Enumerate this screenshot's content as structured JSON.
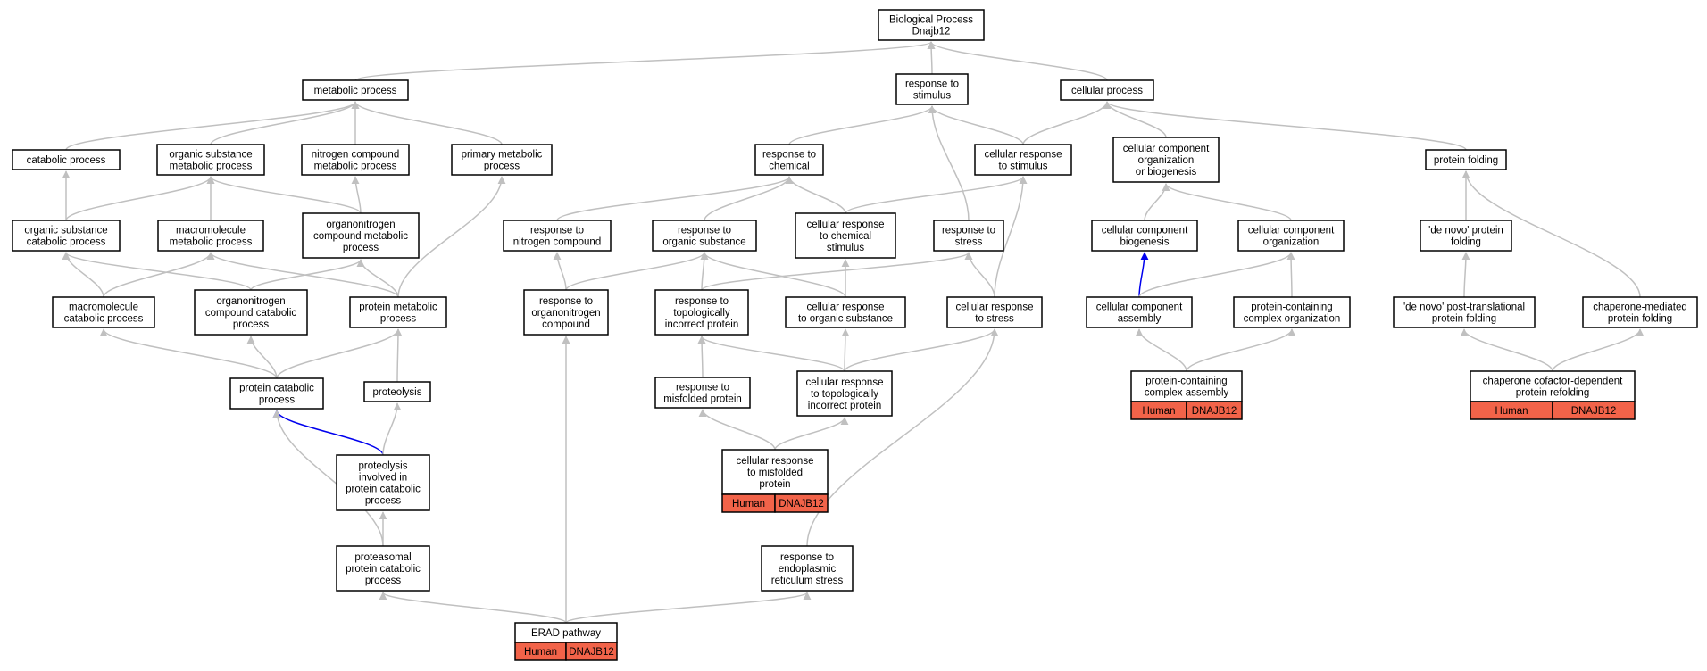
{
  "colors": {
    "edge": "#c0c0c0",
    "edge_highlight": "#0000ee",
    "annotation_fill": "#f26349",
    "node_border": "#000000",
    "node_fill": "#ffffff"
  },
  "graph": {
    "nodes": [
      {
        "id": "bp",
        "lines": [
          "Biological Process",
          "Dnajb12"
        ]
      },
      {
        "id": "metabolic",
        "lines": [
          "metabolic process"
        ]
      },
      {
        "id": "response_stimulus",
        "lines": [
          "response to",
          "stimulus"
        ]
      },
      {
        "id": "cellular_process",
        "lines": [
          "cellular process"
        ]
      },
      {
        "id": "catabolic",
        "lines": [
          "catabolic process"
        ]
      },
      {
        "id": "org_sub_met",
        "lines": [
          "organic substance",
          "metabolic process"
        ]
      },
      {
        "id": "nitrogen_met",
        "lines": [
          "nitrogen compound",
          "metabolic process"
        ]
      },
      {
        "id": "primary_met",
        "lines": [
          "primary metabolic",
          "process"
        ]
      },
      {
        "id": "response_chemical",
        "lines": [
          "response to",
          "chemical"
        ]
      },
      {
        "id": "cell_resp_stimulus",
        "lines": [
          "cellular response",
          "to stimulus"
        ]
      },
      {
        "id": "ccob",
        "lines": [
          "cellular component",
          "organization",
          "or biogenesis"
        ]
      },
      {
        "id": "protein_folding",
        "lines": [
          "protein folding"
        ]
      },
      {
        "id": "org_sub_cat",
        "lines": [
          "organic substance",
          "catabolic process"
        ]
      },
      {
        "id": "macro_met",
        "lines": [
          "macromolecule",
          "metabolic process"
        ]
      },
      {
        "id": "orgN_met",
        "lines": [
          "organonitrogen",
          "compound metabolic",
          "process"
        ]
      },
      {
        "id": "resp_nitrogen",
        "lines": [
          "response to",
          "nitrogen compound"
        ]
      },
      {
        "id": "resp_org_sub",
        "lines": [
          "response to",
          "organic substance"
        ]
      },
      {
        "id": "cell_resp_chem",
        "lines": [
          "cellular response",
          "to chemical",
          "stimulus"
        ]
      },
      {
        "id": "resp_stress",
        "lines": [
          "response to",
          "stress"
        ]
      },
      {
        "id": "cc_biogenesis",
        "lines": [
          "cellular component",
          "biogenesis"
        ]
      },
      {
        "id": "cc_organization",
        "lines": [
          "cellular component",
          "organization"
        ]
      },
      {
        "id": "denovo_folding",
        "lines": [
          "'de novo' protein",
          "folding"
        ]
      },
      {
        "id": "macro_cat",
        "lines": [
          "macromolecule",
          "catabolic process"
        ]
      },
      {
        "id": "orgN_cat",
        "lines": [
          "organonitrogen",
          "compound catabolic",
          "process"
        ]
      },
      {
        "id": "protein_met",
        "lines": [
          "protein metabolic",
          "process"
        ]
      },
      {
        "id": "resp_orgN",
        "lines": [
          "response to",
          "organonitrogen",
          "compound"
        ]
      },
      {
        "id": "resp_topo",
        "lines": [
          "response to",
          "topologically",
          "incorrect protein"
        ]
      },
      {
        "id": "cell_resp_org_sub",
        "lines": [
          "cellular response",
          "to organic substance"
        ]
      },
      {
        "id": "cell_resp_stress",
        "lines": [
          "cellular response",
          "to stress"
        ]
      },
      {
        "id": "cc_assembly",
        "lines": [
          "cellular component",
          "assembly"
        ]
      },
      {
        "id": "pc_complex_org",
        "lines": [
          "protein-containing",
          "complex organization"
        ]
      },
      {
        "id": "denovo_posttrans",
        "lines": [
          "'de novo' post-translational",
          "protein folding"
        ]
      },
      {
        "id": "chaperone_mediated",
        "lines": [
          "chaperone-mediated",
          "protein folding"
        ]
      },
      {
        "id": "protein_cat",
        "lines": [
          "protein catabolic",
          "process"
        ]
      },
      {
        "id": "proteolysis",
        "lines": [
          "proteolysis"
        ]
      },
      {
        "id": "resp_misfolded",
        "lines": [
          "response to",
          "misfolded protein"
        ]
      },
      {
        "id": "cell_resp_topo",
        "lines": [
          "cellular response",
          "to topologically",
          "incorrect protein"
        ]
      },
      {
        "id": "pc_complex_assembly",
        "lines": [
          "protein-containing",
          "complex assembly"
        ],
        "annot": [
          "Human",
          "DNAJB12"
        ]
      },
      {
        "id": "chap_cofactor",
        "lines": [
          "chaperone cofactor-dependent",
          "protein refolding"
        ],
        "annot": [
          "Human",
          "DNAJB12"
        ]
      },
      {
        "id": "proteolysis_involved",
        "lines": [
          "proteolysis",
          "involved in",
          "protein catabolic",
          "process"
        ]
      },
      {
        "id": "cell_resp_misfolded",
        "lines": [
          "cellular response",
          "to misfolded",
          "protein"
        ],
        "annot": [
          "Human",
          "DNAJB12"
        ]
      },
      {
        "id": "proteasomal",
        "lines": [
          "proteasomal",
          "protein catabolic",
          "process"
        ]
      },
      {
        "id": "resp_er_stress",
        "lines": [
          "response to",
          "endoplasmic",
          "reticulum stress"
        ]
      },
      {
        "id": "erad",
        "lines": [
          "ERAD pathway"
        ],
        "annot": [
          "Human",
          "DNAJB12"
        ]
      }
    ],
    "edges": [
      {
        "from": "metabolic",
        "to": "bp"
      },
      {
        "from": "response_stimulus",
        "to": "bp"
      },
      {
        "from": "cellular_process",
        "to": "bp"
      },
      {
        "from": "catabolic",
        "to": "metabolic"
      },
      {
        "from": "org_sub_met",
        "to": "metabolic"
      },
      {
        "from": "nitrogen_met",
        "to": "metabolic"
      },
      {
        "from": "primary_met",
        "to": "metabolic"
      },
      {
        "from": "response_chemical",
        "to": "response_stimulus"
      },
      {
        "from": "cell_resp_stimulus",
        "to": "response_stimulus"
      },
      {
        "from": "resp_stress",
        "to": "response_stimulus"
      },
      {
        "from": "cell_resp_stimulus",
        "to": "cellular_process"
      },
      {
        "from": "ccob",
        "to": "cellular_process"
      },
      {
        "from": "protein_folding",
        "to": "cellular_process"
      },
      {
        "from": "org_sub_cat",
        "to": "catabolic"
      },
      {
        "from": "org_sub_cat",
        "to": "org_sub_met"
      },
      {
        "from": "macro_met",
        "to": "org_sub_met"
      },
      {
        "from": "orgN_met",
        "to": "org_sub_met"
      },
      {
        "from": "orgN_met",
        "to": "nitrogen_met"
      },
      {
        "from": "protein_met",
        "to": "primary_met"
      },
      {
        "from": "resp_nitrogen",
        "to": "response_chemical"
      },
      {
        "from": "resp_org_sub",
        "to": "response_chemical"
      },
      {
        "from": "cell_resp_chem",
        "to": "response_chemical"
      },
      {
        "from": "cell_resp_chem",
        "to": "cell_resp_stimulus"
      },
      {
        "from": "cell_resp_stress",
        "to": "cell_resp_stimulus"
      },
      {
        "from": "cc_biogenesis",
        "to": "ccob"
      },
      {
        "from": "cc_organization",
        "to": "ccob"
      },
      {
        "from": "denovo_folding",
        "to": "protein_folding"
      },
      {
        "from": "chaperone_mediated",
        "to": "protein_folding"
      },
      {
        "from": "macro_cat",
        "to": "org_sub_cat"
      },
      {
        "from": "orgN_cat",
        "to": "org_sub_cat"
      },
      {
        "from": "macro_cat",
        "to": "macro_met"
      },
      {
        "from": "protein_met",
        "to": "macro_met"
      },
      {
        "from": "orgN_cat",
        "to": "orgN_met"
      },
      {
        "from": "protein_met",
        "to": "orgN_met"
      },
      {
        "from": "resp_orgN",
        "to": "resp_nitrogen"
      },
      {
        "from": "resp_orgN",
        "to": "resp_org_sub"
      },
      {
        "from": "resp_topo",
        "to": "resp_org_sub"
      },
      {
        "from": "cell_resp_org_sub",
        "to": "resp_org_sub"
      },
      {
        "from": "cell_resp_org_sub",
        "to": "cell_resp_chem"
      },
      {
        "from": "resp_topo",
        "to": "resp_stress"
      },
      {
        "from": "cell_resp_stress",
        "to": "resp_stress"
      },
      {
        "from": "cc_assembly",
        "to": "cc_biogenesis",
        "highlight": true
      },
      {
        "from": "cc_assembly",
        "to": "cc_organization"
      },
      {
        "from": "pc_complex_org",
        "to": "cc_organization"
      },
      {
        "from": "denovo_posttrans",
        "to": "denovo_folding"
      },
      {
        "from": "protein_cat",
        "to": "macro_cat"
      },
      {
        "from": "protein_cat",
        "to": "orgN_cat"
      },
      {
        "from": "protein_cat",
        "to": "protein_met"
      },
      {
        "from": "proteolysis",
        "to": "protein_met"
      },
      {
        "from": "cell_resp_topo",
        "to": "resp_topo"
      },
      {
        "from": "resp_misfolded",
        "to": "resp_topo"
      },
      {
        "from": "cell_resp_topo",
        "to": "cell_resp_org_sub"
      },
      {
        "from": "cell_resp_topo",
        "to": "cell_resp_stress"
      },
      {
        "from": "resp_er_stress",
        "to": "cell_resp_stress"
      },
      {
        "from": "pc_complex_assembly",
        "to": "cc_assembly"
      },
      {
        "from": "pc_complex_assembly",
        "to": "pc_complex_org"
      },
      {
        "from": "chap_cofactor",
        "to": "denovo_posttrans"
      },
      {
        "from": "chap_cofactor",
        "to": "chaperone_mediated"
      },
      {
        "from": "proteolysis_involved",
        "to": "protein_cat",
        "highlight": true
      },
      {
        "from": "proteolysis_involved",
        "to": "proteolysis"
      },
      {
        "from": "cell_resp_misfolded",
        "to": "resp_misfolded"
      },
      {
        "from": "cell_resp_misfolded",
        "to": "cell_resp_topo"
      },
      {
        "from": "proteasomal",
        "to": "proteolysis_involved"
      },
      {
        "from": "proteasomal",
        "to": "protein_cat"
      },
      {
        "from": "erad",
        "to": "proteasomal"
      },
      {
        "from": "erad",
        "to": "resp_orgN"
      },
      {
        "from": "erad",
        "to": "resp_er_stress"
      }
    ]
  }
}
